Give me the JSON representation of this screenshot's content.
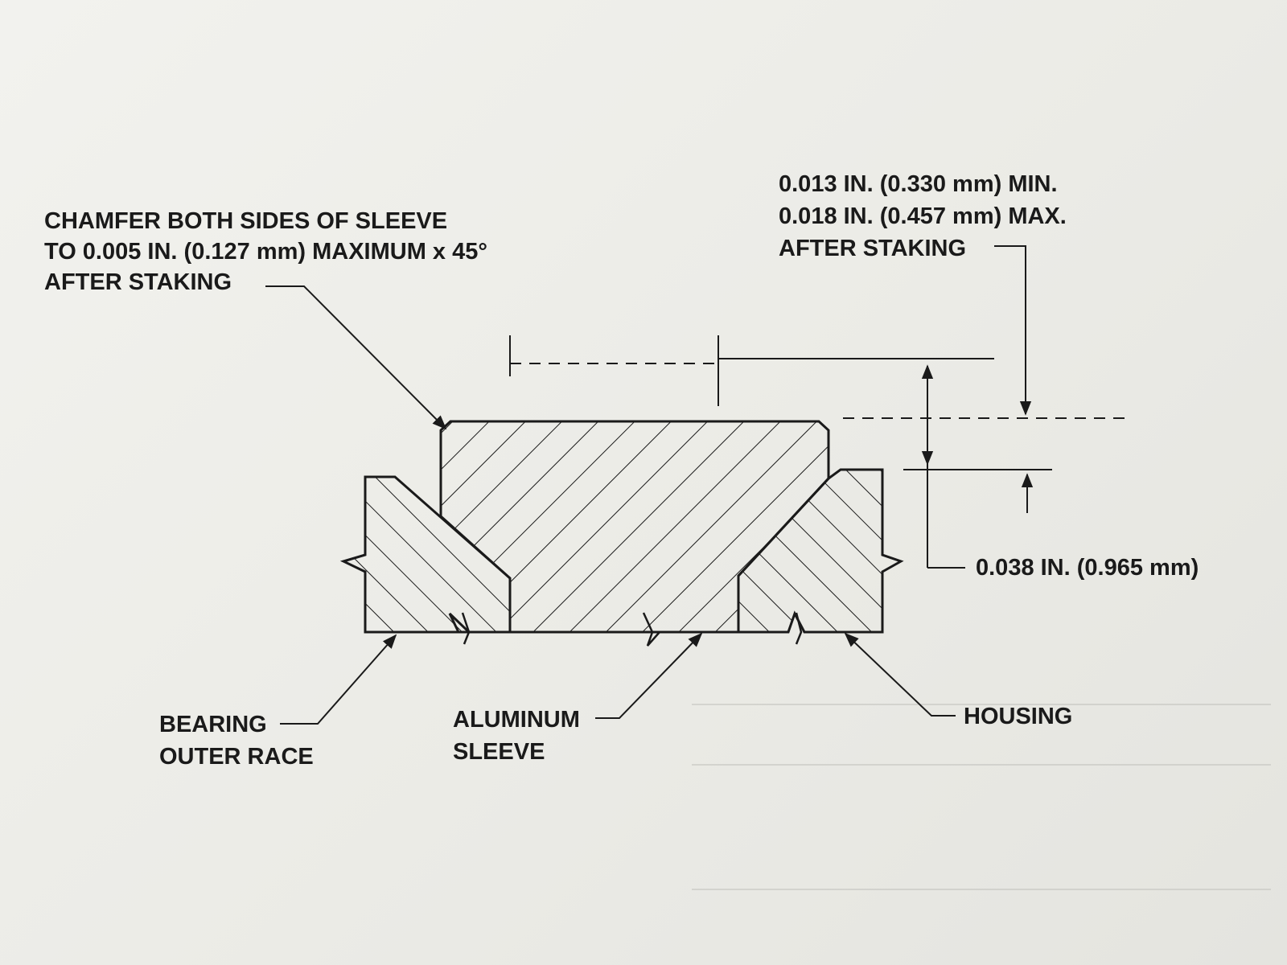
{
  "labels": {
    "chamfer": {
      "line1": "CHAMFER BOTH SIDES OF SLEEVE",
      "line2": "TO 0.005 IN. (0.127 mm) MAXIMUM x 45°",
      "line3": "AFTER STAKING"
    },
    "staking_tolerance": {
      "line1": "0.013 IN. (0.330 mm) MIN.",
      "line2": "0.018 IN. (0.457 mm) MAX.",
      "line3": "AFTER STAKING"
    },
    "step_dimension": "0.038 IN. (0.965 mm)",
    "bearing_outer_race": {
      "line1": "BEARING",
      "line2": "OUTER RACE"
    },
    "aluminum_sleeve": {
      "line1": "ALUMINUM",
      "line2": "SLEEVE"
    },
    "housing": "HOUSING"
  },
  "colors": {
    "ink": "#1a1a1a",
    "paper": "#eeeeea",
    "bleed_through": "#b9b9b4"
  }
}
